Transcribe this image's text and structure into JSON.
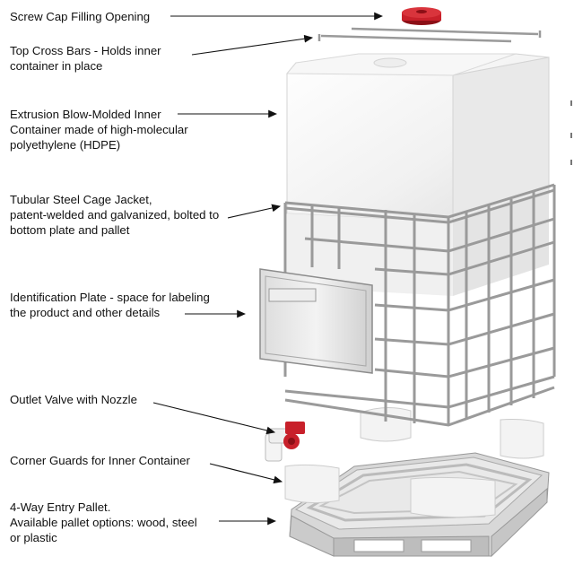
{
  "callouts": [
    {
      "id": "screw-cap",
      "lines": [
        "Screw Cap Filling Opening"
      ]
    },
    {
      "id": "top-cross-bars",
      "lines": [
        "Top Cross Bars - Holds inner",
        "container in place"
      ]
    },
    {
      "id": "inner-container",
      "lines": [
        "Extrusion Blow-Molded Inner",
        "Container made of high-molecular",
        "polyethylene (HDPE)"
      ]
    },
    {
      "id": "cage-jacket",
      "lines": [
        "Tubular Steel Cage Jacket,",
        "patent-welded and galvanized, bolted to",
        "bottom plate and pallet"
      ]
    },
    {
      "id": "id-plate",
      "lines": [
        "Identification Plate - space for labeling",
        "the product and other details"
      ]
    },
    {
      "id": "outlet-valve",
      "lines": [
        "Outlet Valve with Nozzle"
      ]
    },
    {
      "id": "corner-guards",
      "lines": [
        "Corner Guards for Inner Container"
      ]
    },
    {
      "id": "pallet",
      "lines": [
        "4-Way Entry Pallet.",
        "Available pallet options:  wood, steel",
        "or plastic"
      ]
    }
  ],
  "colors": {
    "cap": "#c8202a",
    "cage": "#9a9a9a",
    "container": "#f2f2f2",
    "pallet": "#dcdcdc",
    "text": "#111111"
  }
}
